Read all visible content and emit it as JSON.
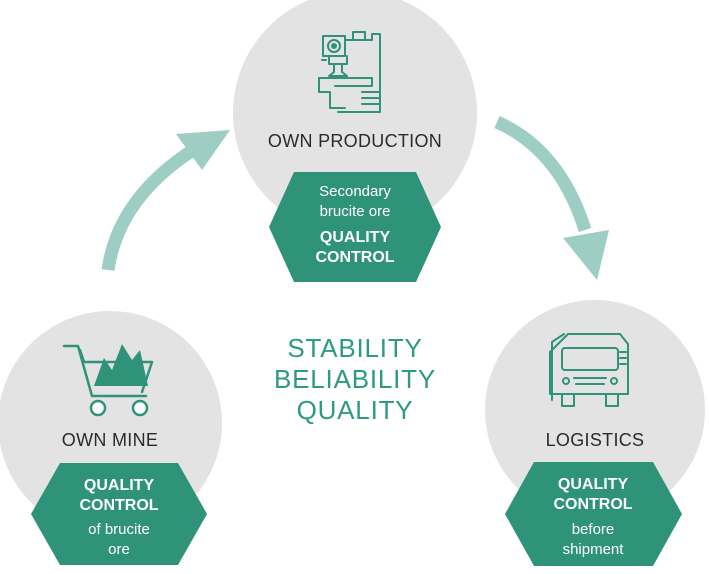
{
  "colors": {
    "circle": "#e3e3e3",
    "hex": "#2e9378",
    "arrow": "#9dcdc3",
    "teal_text": "#2d9a82",
    "icon": "#2e9378"
  },
  "center": {
    "line1": "STABILITY",
    "line2": "BELIABILITY",
    "line3": "QUALITY"
  },
  "nodes": {
    "production": {
      "title": "OWN PRODUCTION",
      "icon": "machine-icon",
      "badge": {
        "line1": "Secondary",
        "line2": "brucite ore",
        "qc1": "QUALITY",
        "qc2": "CONTROL"
      }
    },
    "mine": {
      "title": "OWN MINE",
      "icon": "mine-cart-icon",
      "badge": {
        "qc1": "QUALITY",
        "qc2": "CONTROL",
        "line1": "of brucite",
        "line2": "ore"
      }
    },
    "logistics": {
      "title": "LOGISTICS",
      "icon": "truck-icon",
      "badge": {
        "qc1": "QUALITY",
        "qc2": "CONTROL",
        "line1": "before",
        "line2": "shipment"
      }
    }
  }
}
